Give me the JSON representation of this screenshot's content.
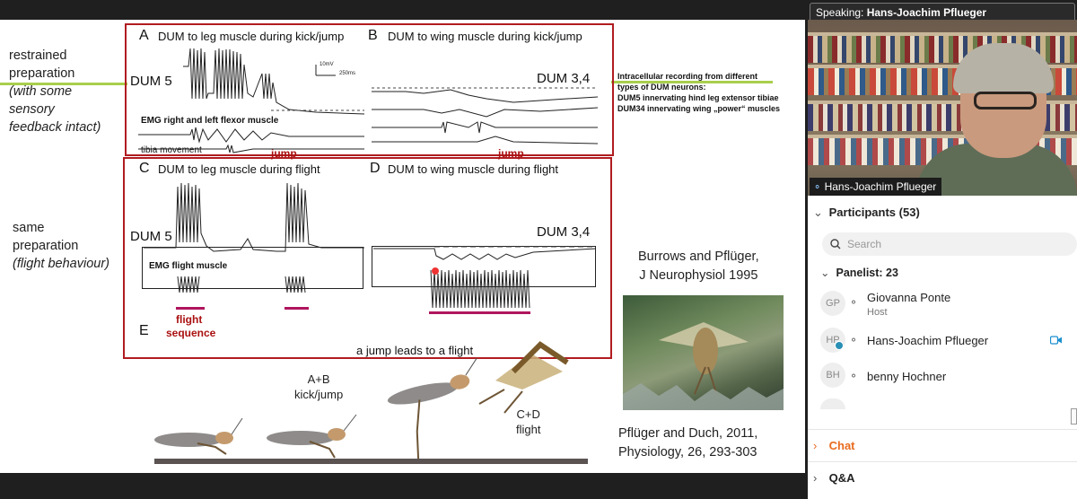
{
  "header": {
    "speaking_label": "Speaking:",
    "speaker": "Hans-Joachim Pflueger"
  },
  "slide": {
    "left_labels": {
      "restrained": [
        "restrained",
        "preparation"
      ],
      "restrained_italic": [
        "(with some",
        "sensory",
        "feedback intact)"
      ],
      "same": [
        "same",
        "preparation"
      ],
      "same_italic": "(flight behaviour)"
    },
    "panels": {
      "A": {
        "letter": "A",
        "title": "DUM to leg muscle during kick/jump",
        "dum": "DUM 5",
        "emg": "EMG right and left flexor muscle",
        "tibia": "tibia movement",
        "jump": "jump",
        "scale_v": "10mV",
        "scale_t": "250ms"
      },
      "B": {
        "letter": "B",
        "title": "DUM to wing muscle during kick/jump",
        "dum": "DUM 3,4",
        "jump": "jump"
      },
      "C": {
        "letter": "C",
        "title": "DUM to leg muscle during flight",
        "dum": "DUM 5",
        "emg": "EMG flight muscle",
        "flight_seq_1": "flight",
        "flight_seq_2": "sequence"
      },
      "D": {
        "letter": "D",
        "title": "DUM to wing muscle during flight",
        "dum": "DUM 3,4"
      },
      "E": {
        "letter": "E",
        "caption": "a jump leads to a flight"
      }
    },
    "right_note": [
      "Intracellular recording from different",
      "types of DUM neurons:",
      "DUM5 innervating hind leg extensor tibiae",
      "DUM34 innervating wing „power“ muscles"
    ],
    "ref1": [
      "Burrows and Pflüger,",
      "J Neurophysiol 1995"
    ],
    "ref2": [
      "Pflüger and Duch, 2011,",
      "Physiology, 26, 293-303"
    ],
    "kick_label": [
      "A+B",
      "kick/jump"
    ],
    "flight_label": [
      "C+D",
      "flight"
    ]
  },
  "video": {
    "name_tag": "Hans-Joachim Pflueger"
  },
  "sidebar": {
    "participants_label": "Participants (53)",
    "search_placeholder": "Search",
    "panelist_label": "Panelist: 23",
    "participants": [
      {
        "initials": "GP",
        "name": "Giovanna Ponte",
        "role": "Host"
      },
      {
        "initials": "HP",
        "name": "Hans-Joachim Pflueger",
        "role": ""
      },
      {
        "initials": "BH",
        "name": "benny Hochner",
        "role": ""
      }
    ],
    "chat_label": "Chat",
    "qa_label": "Q&A"
  },
  "colors": {
    "frame_red": "#b01c20",
    "accent_green": "#a9cf4d",
    "magenta": "#b0155e",
    "chat_orange": "#e86b1e"
  }
}
